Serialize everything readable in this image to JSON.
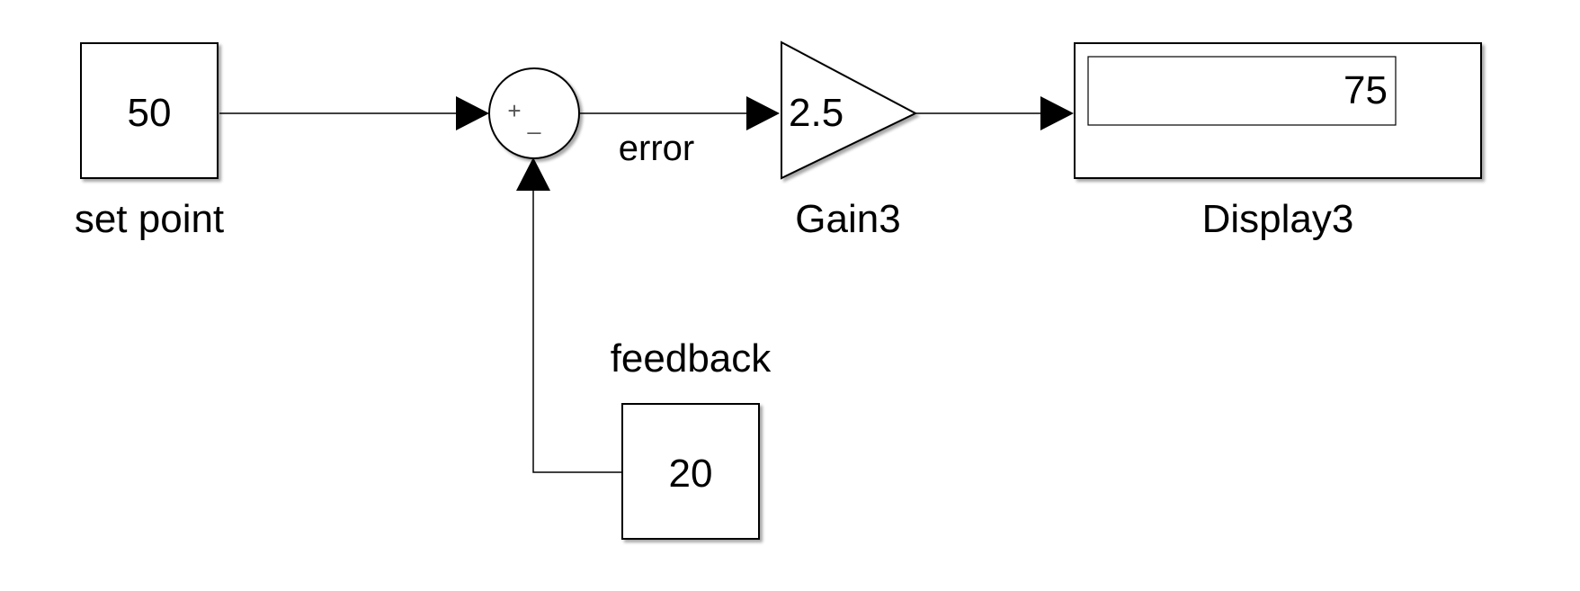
{
  "model": {
    "set_point_block": {
      "value": "50",
      "label": "set point"
    },
    "feedback_block": {
      "value": "20",
      "label": "feedback"
    },
    "sum_block": {
      "plus_sign": "+",
      "minus_sign": "_"
    },
    "error_signal": {
      "label": "error"
    },
    "gain_block": {
      "value": "2.5",
      "label": "Gain3"
    },
    "display_block": {
      "value": "75",
      "label": "Display3"
    }
  }
}
